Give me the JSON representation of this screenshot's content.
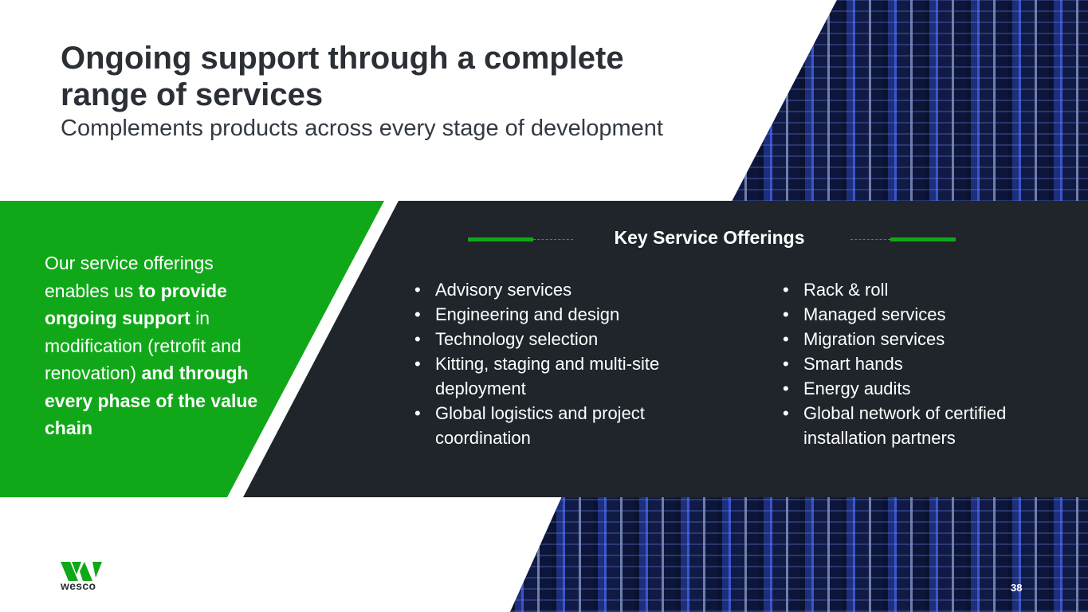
{
  "title": "Ongoing support through a complete range of services",
  "subtitle": "Complements products across every stage of development",
  "lead": {
    "p1": "Our service offerings enables us ",
    "b1": "to provide ongoing support",
    "p2": " in modification (retrofit and renovation) ",
    "b2": "and through every phase of the value chain"
  },
  "offerings": {
    "heading": "Key Service Offerings",
    "col1": [
      "Advisory services",
      "Engineering and design",
      "Technology selection",
      "Kitting, staging and multi-site deployment",
      "Global logistics and project coordination"
    ],
    "col2": [
      "Rack & roll",
      "Managed services",
      "Migration services",
      "Smart hands",
      "Energy audits",
      "Global network of certified installation partners"
    ]
  },
  "logo": {
    "text": "wesco"
  },
  "page_number": "38",
  "colors": {
    "green": "#10a819",
    "dark": "#20252c"
  }
}
